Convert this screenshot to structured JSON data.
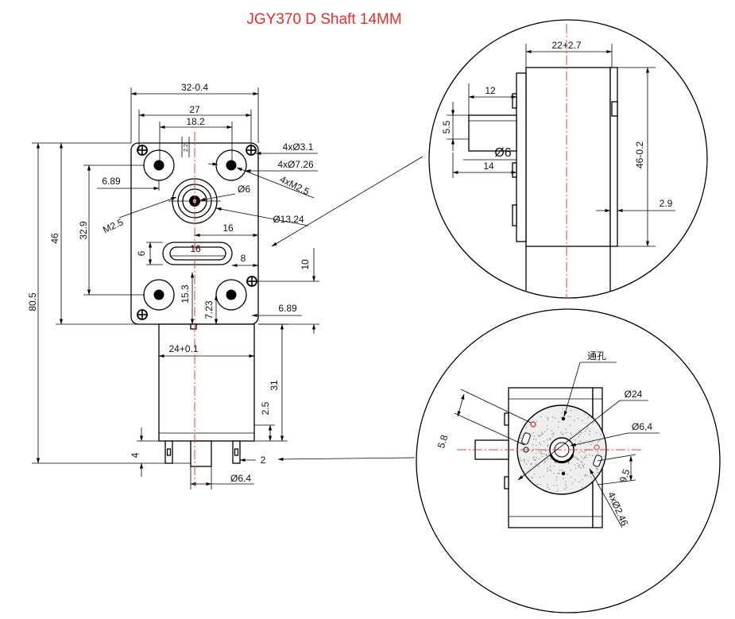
{
  "title": "JGY370 D Shaft 14MM",
  "colors": {
    "title": "#e8302a",
    "centerline": "#e03c3c",
    "line": "#000000"
  },
  "front_view": {
    "width_total": "32-0.4",
    "hole_spacing_outer": "27",
    "hole_spacing_inner": "18.2",
    "small_offset": "2.2",
    "height_total": "80.5",
    "height_plate": "46",
    "hole_vertical": "32.9",
    "left_offset": "6.89",
    "thread": "M2.5",
    "shaft_dia": "Ø6",
    "boss_dia": "Ø13.24",
    "slot_width_upper": "16",
    "slot_width_inner": "16",
    "slot_height": "6",
    "slot_offset": "8",
    "shaft_to_hole": "15.3",
    "hole_offset_bottom": "7.23",
    "right_vertical": "10",
    "right_offset": "6.89",
    "screw_holes": "4xØ3.1",
    "counterbores": "4xØ7.26",
    "tapped_holes": "4xM2.5",
    "motor_dia": "24+0.1",
    "motor_length": "31",
    "terminal_offset": "2.5",
    "terminal_length": "4",
    "terminal_gap": "2",
    "motor_boss_dia": "Ø6.4"
  },
  "side_view": {
    "width": "22+2.7",
    "shaft_length_flat": "12",
    "flat_depth": "5.5",
    "shaft_dia": "Ø6",
    "shaft_length": "14",
    "height": "46-0.2",
    "plate_offset": "2.9"
  },
  "rear_view": {
    "through_hole": "通孔",
    "cap_dia": "Ø24",
    "boss_dia": "Ø6,4",
    "dim_a": "5.8",
    "dim_b": "9.5",
    "holes": "4xØ2.46"
  }
}
